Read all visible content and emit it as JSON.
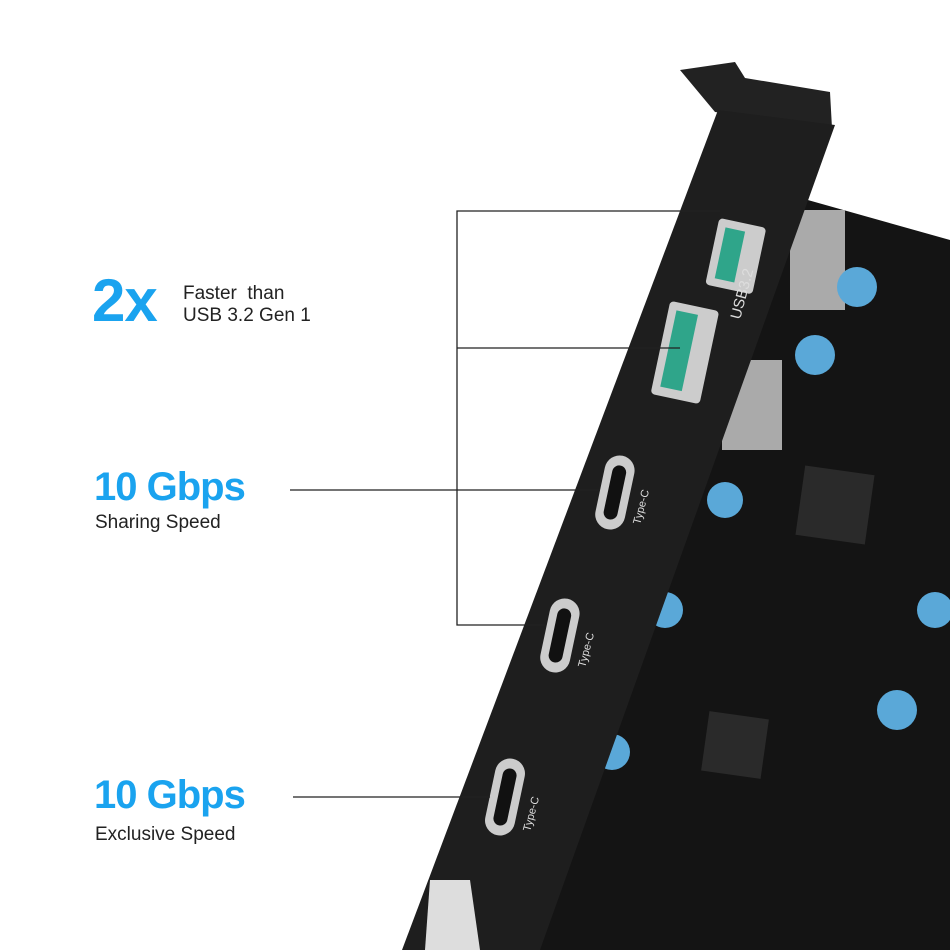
{
  "colors": {
    "accent": "#1aa3ef",
    "pcb": "#141414",
    "bracket": "#1e1e1e"
  },
  "features": [
    {
      "headline": "2x",
      "caption_line1": "Faster  than",
      "caption_line2": "USB 3.2 Gen 1"
    },
    {
      "headline": "10 Gbps",
      "caption_line1": "Sharing Speed"
    },
    {
      "headline": "10 Gbps",
      "caption_line1": "Exclusive Speed"
    }
  ],
  "product_labels": {
    "usb_a": "USB3.2",
    "type_c": "Type-C"
  }
}
